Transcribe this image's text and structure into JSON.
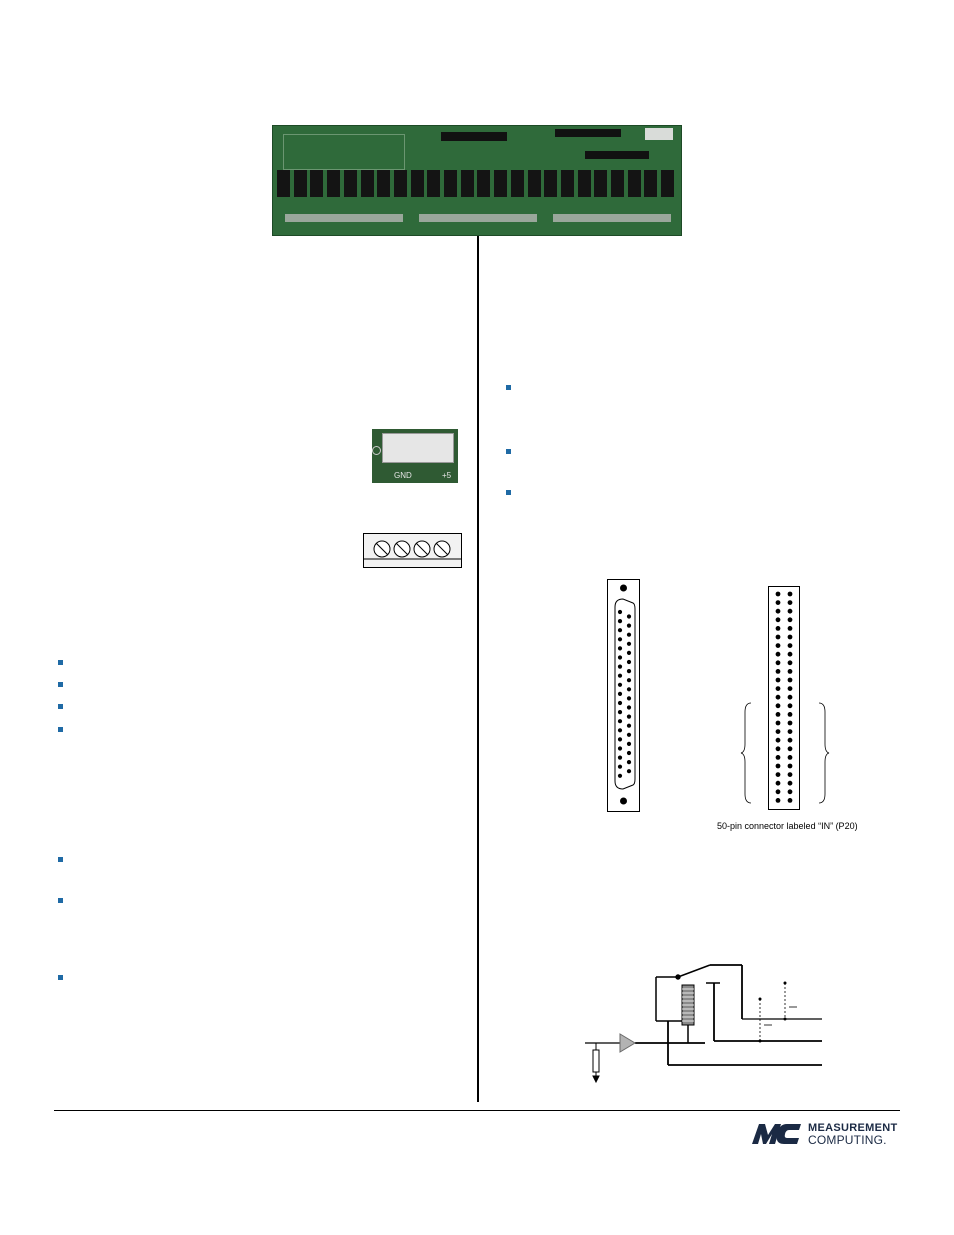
{
  "connector_caption": "50-pin connector labeled “IN” (P20)",
  "terminal_photo": {
    "gnd_label": "GND",
    "plus5_label": "+5"
  },
  "logo": {
    "line1": "MEASUREMENT",
    "line2": "COMPUTING."
  },
  "colors": {
    "bullet": "#1f6aa5",
    "pcb": "#2f6a3a",
    "amp": "#b3b3b3",
    "logo": "#1b2a44"
  }
}
